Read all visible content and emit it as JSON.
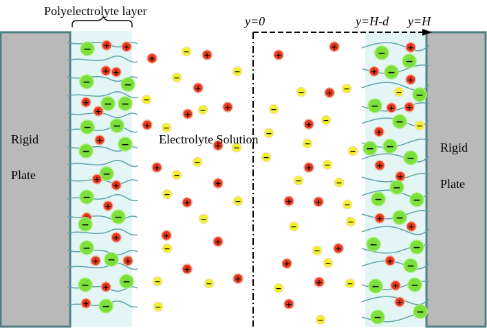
{
  "labels": {
    "pe_layer": "Polyelectrolyte  layer",
    "y0": "y=0",
    "yhd": "y=H-d",
    "yh": "y=H",
    "solution": "Electrolyte Solution",
    "left_plate_line1": "Rigid",
    "left_plate_line2": "Plate",
    "right_plate_line1": "Rigid",
    "right_plate_line2": "Plate"
  },
  "symbols": {
    "plus": "+",
    "minus": "−"
  },
  "colors": {
    "plate_fill": "#b9b9b9",
    "plate_border": "#4f7f82",
    "layer_fill": "#e4f5f6",
    "chain": "#5fa3a8",
    "cation": "#e63a1e",
    "anion_small": "#f2f22a",
    "anion_large": "#7de03a"
  }
}
